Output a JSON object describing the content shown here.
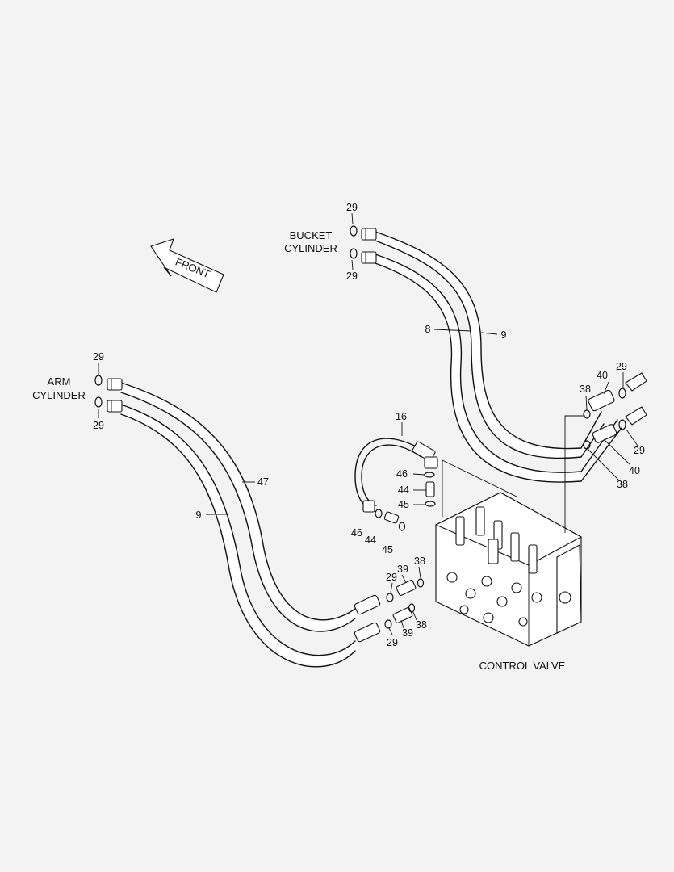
{
  "labels": {
    "front": "FRONT",
    "bucket_cylinder_line1": "BUCKET",
    "bucket_cylinder_line2": "CYLINDER",
    "arm_cylinder_line1": "ARM",
    "arm_cylinder_line2": "CYLINDER",
    "control_valve": "CONTROL VALVE"
  },
  "callouts": [
    {
      "id": "c29a",
      "text": "29"
    },
    {
      "id": "c29b",
      "text": "29"
    },
    {
      "id": "c8",
      "text": "8"
    },
    {
      "id": "c9a",
      "text": "9"
    },
    {
      "id": "c29c",
      "text": "29"
    },
    {
      "id": "c29d",
      "text": "29"
    },
    {
      "id": "c47",
      "text": "47"
    },
    {
      "id": "c9b",
      "text": "9"
    },
    {
      "id": "c16",
      "text": "16"
    },
    {
      "id": "c46a",
      "text": "46"
    },
    {
      "id": "c44a",
      "text": "44"
    },
    {
      "id": "c45a",
      "text": "45"
    },
    {
      "id": "c46b",
      "text": "46"
    },
    {
      "id": "c44b",
      "text": "44"
    },
    {
      "id": "c45b",
      "text": "45"
    },
    {
      "id": "c40a",
      "text": "40"
    },
    {
      "id": "c29e",
      "text": "29"
    },
    {
      "id": "c38a",
      "text": "38"
    },
    {
      "id": "c29f",
      "text": "29"
    },
    {
      "id": "c40b",
      "text": "40"
    },
    {
      "id": "c38b",
      "text": "38"
    },
    {
      "id": "c39a",
      "text": "39"
    },
    {
      "id": "c38c",
      "text": "38"
    },
    {
      "id": "c29g",
      "text": "29"
    },
    {
      "id": "c39b",
      "text": "39"
    },
    {
      "id": "c38d",
      "text": "38"
    },
    {
      "id": "c29h",
      "text": "29"
    }
  ]
}
